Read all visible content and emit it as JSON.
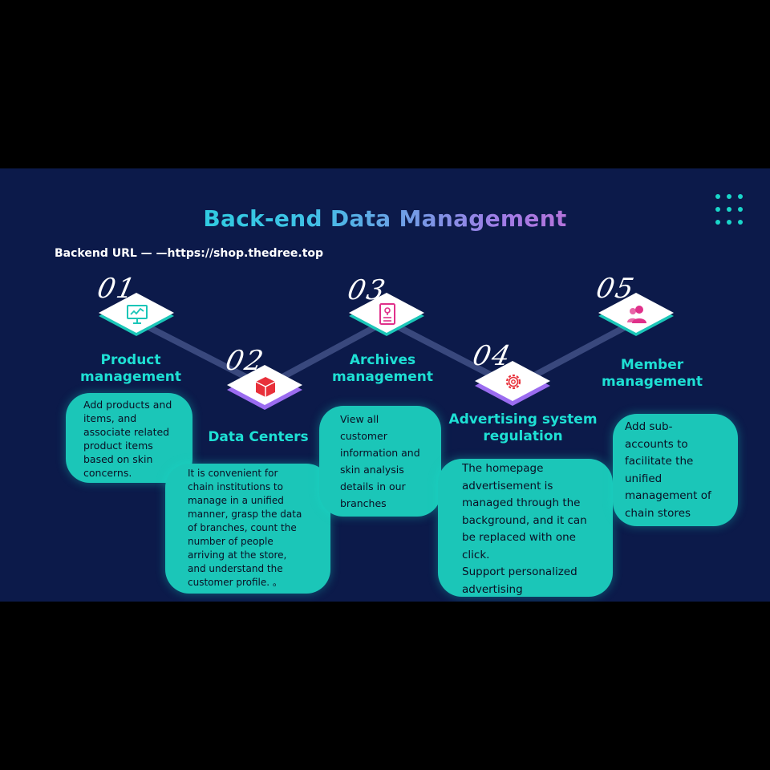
{
  "slide": {
    "title": "Back-end Data Management",
    "backend_url": "Backend URL — —https://shop.thedree.top"
  },
  "colors": {
    "background": "#0c1a4a",
    "accent": "#1ee0d4",
    "card": "#1bc6b8",
    "icon_pink": "#e0308a",
    "icon_red": "#e8303a",
    "tile_purple": "#9b6cf0"
  },
  "steps": [
    {
      "number": "01",
      "icon": "monitor-chart-icon",
      "label": "Product\nmanagement",
      "description": "Add products and\nitems, and\nassociate related\nproduct items\nbased on skin\nconcerns."
    },
    {
      "number": "02",
      "icon": "cube-icon",
      "label": "Data Centers",
      "description": "It is convenient for\nchain institutions to\nmanage in a unified\nmanner, grasp the data\nof branches, count the\nnumber of people\narriving at the store,\nand understand the\ncustomer profile. 。"
    },
    {
      "number": "03",
      "icon": "document-icon",
      "label": "Archives\nmanagement",
      "description": "View all\ncustomer\ninformation and\nskin analysis\ndetails in our\nbranches"
    },
    {
      "number": "04",
      "icon": "gear-icon",
      "label": "Advertising system\nregulation",
      "description": "The homepage\nadvertisement is\nmanaged through the\nbackground, and it can\nbe replaced with one\nclick.\nSupport personalized\nadvertising"
    },
    {
      "number": "05",
      "icon": "users-icon",
      "label": "Member\nmanagement",
      "description": "Add sub-\naccounts to\nfacilitate the\nunified\nmanagement of\nchain stores"
    }
  ]
}
